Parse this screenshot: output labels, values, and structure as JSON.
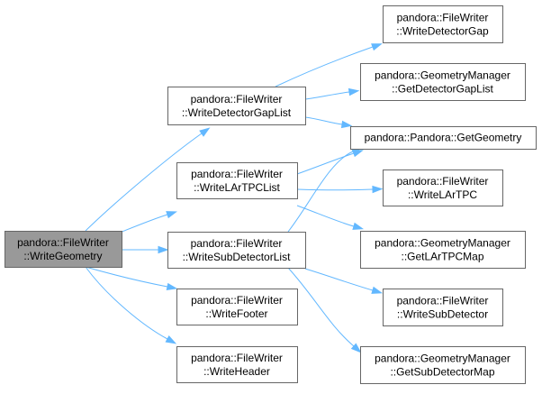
{
  "diagram": {
    "colors": {
      "edge": "#63b8ff",
      "root_fill": "#999999",
      "node_fill": "#ffffff",
      "node_border": "#666666"
    },
    "nodes": [
      {
        "id": "write_geometry",
        "line1": "pandora::FileWriter",
        "line2": "::WriteGeometry",
        "root": true
      },
      {
        "id": "write_detector_gap_list",
        "line1": "pandora::FileWriter",
        "line2": "::WriteDetectorGapList"
      },
      {
        "id": "write_lartpc_list",
        "line1": "pandora::FileWriter",
        "line2": "::WriteLArTPCList"
      },
      {
        "id": "write_sub_detector_list",
        "line1": "pandora::FileWriter",
        "line2": "::WriteSubDetectorList"
      },
      {
        "id": "write_footer",
        "line1": "pandora::FileWriter",
        "line2": "::WriteFooter"
      },
      {
        "id": "write_header",
        "line1": "pandora::FileWriter",
        "line2": "::WriteHeader"
      },
      {
        "id": "write_detector_gap",
        "line1": "pandora::FileWriter",
        "line2": "::WriteDetectorGap"
      },
      {
        "id": "get_detector_gap_list",
        "line1": "pandora::GeometryManager",
        "line2": "::GetDetectorGapList"
      },
      {
        "id": "get_geometry",
        "line1": "pandora::Pandora::GetGeometry",
        "line2": ""
      },
      {
        "id": "write_lartpc",
        "line1": "pandora::FileWriter",
        "line2": "::WriteLArTPC"
      },
      {
        "id": "get_lartpc_map",
        "line1": "pandora::GeometryManager",
        "line2": "::GetLArTPCMap"
      },
      {
        "id": "write_sub_detector",
        "line1": "pandora::FileWriter",
        "line2": "::WriteSubDetector"
      },
      {
        "id": "get_sub_detector_map",
        "line1": "pandora::GeometryManager",
        "line2": "::GetSubDetectorMap"
      }
    ],
    "edges": [
      {
        "from": "write_geometry",
        "to": "write_detector_gap_list"
      },
      {
        "from": "write_geometry",
        "to": "write_lartpc_list"
      },
      {
        "from": "write_geometry",
        "to": "write_sub_detector_list"
      },
      {
        "from": "write_geometry",
        "to": "write_footer"
      },
      {
        "from": "write_geometry",
        "to": "write_header"
      },
      {
        "from": "write_detector_gap_list",
        "to": "write_detector_gap"
      },
      {
        "from": "write_detector_gap_list",
        "to": "get_detector_gap_list"
      },
      {
        "from": "write_detector_gap_list",
        "to": "get_geometry"
      },
      {
        "from": "write_lartpc_list",
        "to": "get_geometry"
      },
      {
        "from": "write_lartpc_list",
        "to": "write_lartpc"
      },
      {
        "from": "write_lartpc_list",
        "to": "get_lartpc_map"
      },
      {
        "from": "write_sub_detector_list",
        "to": "get_geometry"
      },
      {
        "from": "write_sub_detector_list",
        "to": "write_sub_detector"
      },
      {
        "from": "write_sub_detector_list",
        "to": "get_sub_detector_map"
      }
    ]
  }
}
